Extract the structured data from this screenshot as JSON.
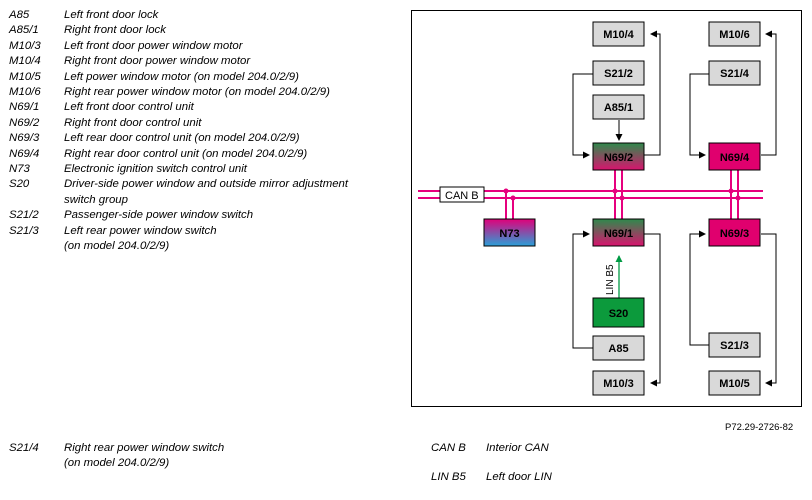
{
  "legend": [
    {
      "code": "A85",
      "desc": "Left front door lock"
    },
    {
      "code": "A85/1",
      "desc": "Right front door lock"
    },
    {
      "code": "M10/3",
      "desc": "Left front door power window motor"
    },
    {
      "code": "M10/4",
      "desc": "Right front door power window motor"
    },
    {
      "code": "M10/5",
      "desc": "Left power window motor (on model 204.0/2/9)"
    },
    {
      "code": "M10/6",
      "desc": "Right rear power window motor (on model 204.0/2/9)"
    },
    {
      "code": "N69/1",
      "desc": "Left front door control unit"
    },
    {
      "code": "N69/2",
      "desc": "Right front door control unit"
    },
    {
      "code": "N69/3",
      "desc": "Left rear door control unit (on model 204.0/2/9)"
    },
    {
      "code": "N69/4",
      "desc": "Right rear door control unit (on model 204.0/2/9)"
    },
    {
      "code": "N73",
      "desc": "Electronic ignition switch control unit"
    },
    {
      "code": "S20",
      "desc": "Driver-side power window and outside mirror adjustment\nswitch group"
    },
    {
      "code": "S21/2",
      "desc": "Passenger-side power window switch"
    },
    {
      "code": "S21/3",
      "desc": "Left rear power window switch\n(on model 204.0/2/9)"
    }
  ],
  "legend_bottom": [
    {
      "code": "S21/4",
      "desc": "Right rear power window switch\n(on model 204.0/2/9)"
    }
  ],
  "legend_bottom_right": [
    {
      "code": "CAN B",
      "desc": "Interior CAN"
    },
    {
      "code": "LIN B5",
      "desc": "Left door LIN"
    }
  ],
  "diagram": {
    "bus_label": "CAN B",
    "lin_label": "LIN B5",
    "boxes": {
      "m10_4": "M10/4",
      "m10_6": "M10/6",
      "s21_2": "S21/2",
      "s21_4": "S21/4",
      "a85_1": "A85/1",
      "n69_2": "N69/2",
      "n69_4": "N69/4",
      "n73": "N73",
      "n69_1": "N69/1",
      "n69_3": "N69/3",
      "s20": "S20",
      "a85": "A85",
      "s21_3": "S21/3",
      "m10_3": "M10/3",
      "m10_5": "M10/5"
    },
    "colors": {
      "can_bus": "#e6007e",
      "lin_line": "#009a44",
      "switch_green": "#0c9a3c",
      "n73_top": "#e0007a",
      "n73_bottom": "#2aa0d8",
      "gray_box": "#d9d9d9"
    }
  },
  "figure_id": "P72.29-2726-82"
}
